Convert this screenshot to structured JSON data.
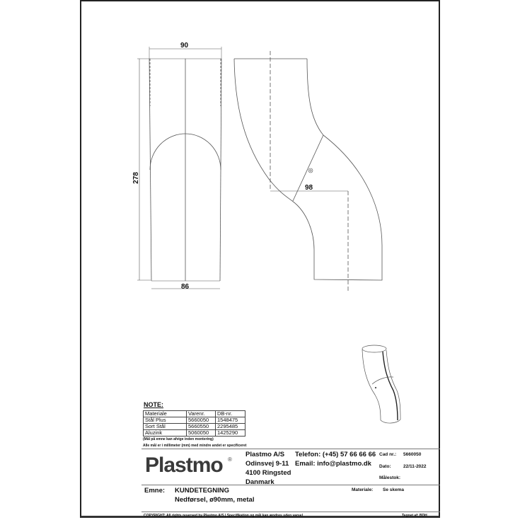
{
  "drawing": {
    "dimensions": {
      "top_width": "90",
      "height": "278",
      "bottom_width": "86",
      "offset": "98"
    }
  },
  "note": {
    "title": "NOTE:",
    "columns": [
      "Materiale",
      "Varenr.",
      "DB-nr."
    ],
    "rows": [
      [
        "Stål Plus",
        "5660050",
        "1548475"
      ],
      [
        "Sort Stål",
        "5660550",
        "2295485"
      ],
      [
        "Aluzink",
        "5060050",
        "1425290"
      ]
    ],
    "remark1": "(Mål på emne kan afvige inden montering)",
    "remark2": "Alle mål er i millimeter (mm) med mindre andet er specificeret"
  },
  "title_block": {
    "logo": "Plastmo",
    "company": "Plastmo A/S",
    "address1": "Odinsvej 9-11",
    "address2": "4100 Ringsted",
    "country": "Danmark",
    "phone": "Telefon: (+45) 57 66 66 66",
    "email": "Email: info@plastmo.dk",
    "cad_label": "Cad nr.:",
    "cad_value": "5660050",
    "date_label": "Dato:",
    "date_value": "22/11-2022",
    "scale_label": "Målestok:",
    "subject_label": "Emne:",
    "subject_line1": "KUNDETEGNING",
    "subject_line2": "Nedførsel, ø90mm, metal",
    "material_label": "Materiale:",
    "material_value": "Se skema",
    "copyright": "COPYRIGHT: All rights reserved by Plastmo A/S  |  Specifikation og mål kan ændres uden varsel",
    "drawn_by": "Tegnet af: BDH"
  }
}
